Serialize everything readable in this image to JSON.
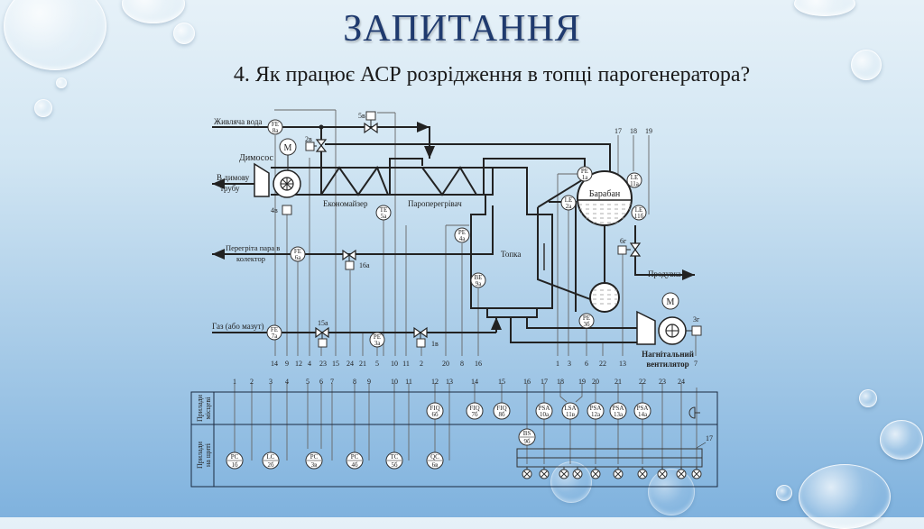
{
  "slide": {
    "title": "ЗАПИТАННЯ",
    "question": "4. Як працює АСР розрідження в топці парогенератора?"
  },
  "diagram": {
    "streams": {
      "feed_water": "Живляча вода",
      "flue_out_1": "В димову",
      "flue_out_2": "трубу",
      "superheated_1": "Перегріта пара в",
      "superheated_2": "колектор",
      "gas": "Газ (або мазут)",
      "blowdown": "Продувка"
    },
    "equipment": {
      "smoke_exhauster": "Димосос",
      "economizer": "Економайзер",
      "superheater": "Пароперегрівач",
      "furnace": "Топка",
      "drum": "Барабан",
      "fan_1": "Нагнітальний",
      "fan_2": "вентилятор",
      "motor": "M"
    },
    "actuators": [
      "5в",
      "2в",
      "4в",
      "16а",
      "15а",
      "1в",
      "6г",
      "3г"
    ],
    "field_devices": [
      {
        "id": "fe8a",
        "top": "FE",
        "bottom": "8а"
      },
      {
        "id": "te5a",
        "top": "TE",
        "bottom": "5а"
      },
      {
        "id": "fe6a",
        "top": "FE",
        "bottom": "6а"
      },
      {
        "id": "fe7a",
        "top": "FE",
        "bottom": "7а"
      },
      {
        "id": "pe3a",
        "top": "PE",
        "bottom": "3а"
      },
      {
        "id": "pe4a",
        "top": "PE",
        "bottom": "4а"
      },
      {
        "id": "be9a",
        "top": "BE",
        "bottom": "9а"
      },
      {
        "id": "pe1a",
        "top": "PE",
        "bottom": "1а"
      },
      {
        "id": "le2a",
        "top": "LE",
        "bottom": "2а"
      },
      {
        "id": "le11a",
        "top": "LE",
        "bottom": "11а"
      },
      {
        "id": "le11b",
        "top": "LE",
        "bottom": "11б"
      },
      {
        "id": "pe3b",
        "top": "PE",
        "bottom": "3б"
      }
    ],
    "drum_line_numbers": [
      "17",
      "18",
      "19"
    ],
    "bottom_line_numbers": [
      "14",
      "9",
      "12",
      "4",
      "23",
      "15",
      "24",
      "21",
      "5",
      "10",
      "11",
      "2",
      "20",
      "8",
      "16",
      "1",
      "3",
      "6",
      "22",
      "13",
      "7"
    ],
    "panel": {
      "row_local_1": "Прилади",
      "row_local_2": "місцеві",
      "row_board_1": "Прилади",
      "row_board_2": "на щиті",
      "column_numbers": [
        "1",
        "2",
        "3",
        "4",
        "5",
        "6",
        "7",
        "8",
        "9",
        "10",
        "11",
        "12",
        "13",
        "14",
        "15",
        "16",
        "17",
        "18",
        "19",
        "20",
        "21",
        "22",
        "23",
        "24"
      ],
      "local_devices": [
        {
          "top": "FIQ",
          "bottom": "6б"
        },
        {
          "top": "FIQ",
          "bottom": "7б"
        },
        {
          "top": "FIQ",
          "bottom": "8б"
        },
        {
          "top": "PSA",
          "bottom": "10а"
        },
        {
          "top": "LSA",
          "bottom": "11в"
        },
        {
          "top": "PSA",
          "bottom": "12а"
        },
        {
          "top": "PSA",
          "bottom": "13а"
        },
        {
          "top": "PSA",
          "bottom": "14а"
        }
      ],
      "board_devices": [
        {
          "top": "PC",
          "bottom": "1б"
        },
        {
          "top": "LC",
          "bottom": "2б"
        },
        {
          "top": "PC",
          "bottom": "3в"
        },
        {
          "top": "PC",
          "bottom": "4б"
        },
        {
          "top": "TC",
          "bottom": "5б"
        },
        {
          "top": "QC",
          "bottom": "6в"
        },
        {
          "top": "BS",
          "bottom": "9б"
        }
      ],
      "alarm_bus_label": "17",
      "lamp_count": 10
    }
  }
}
